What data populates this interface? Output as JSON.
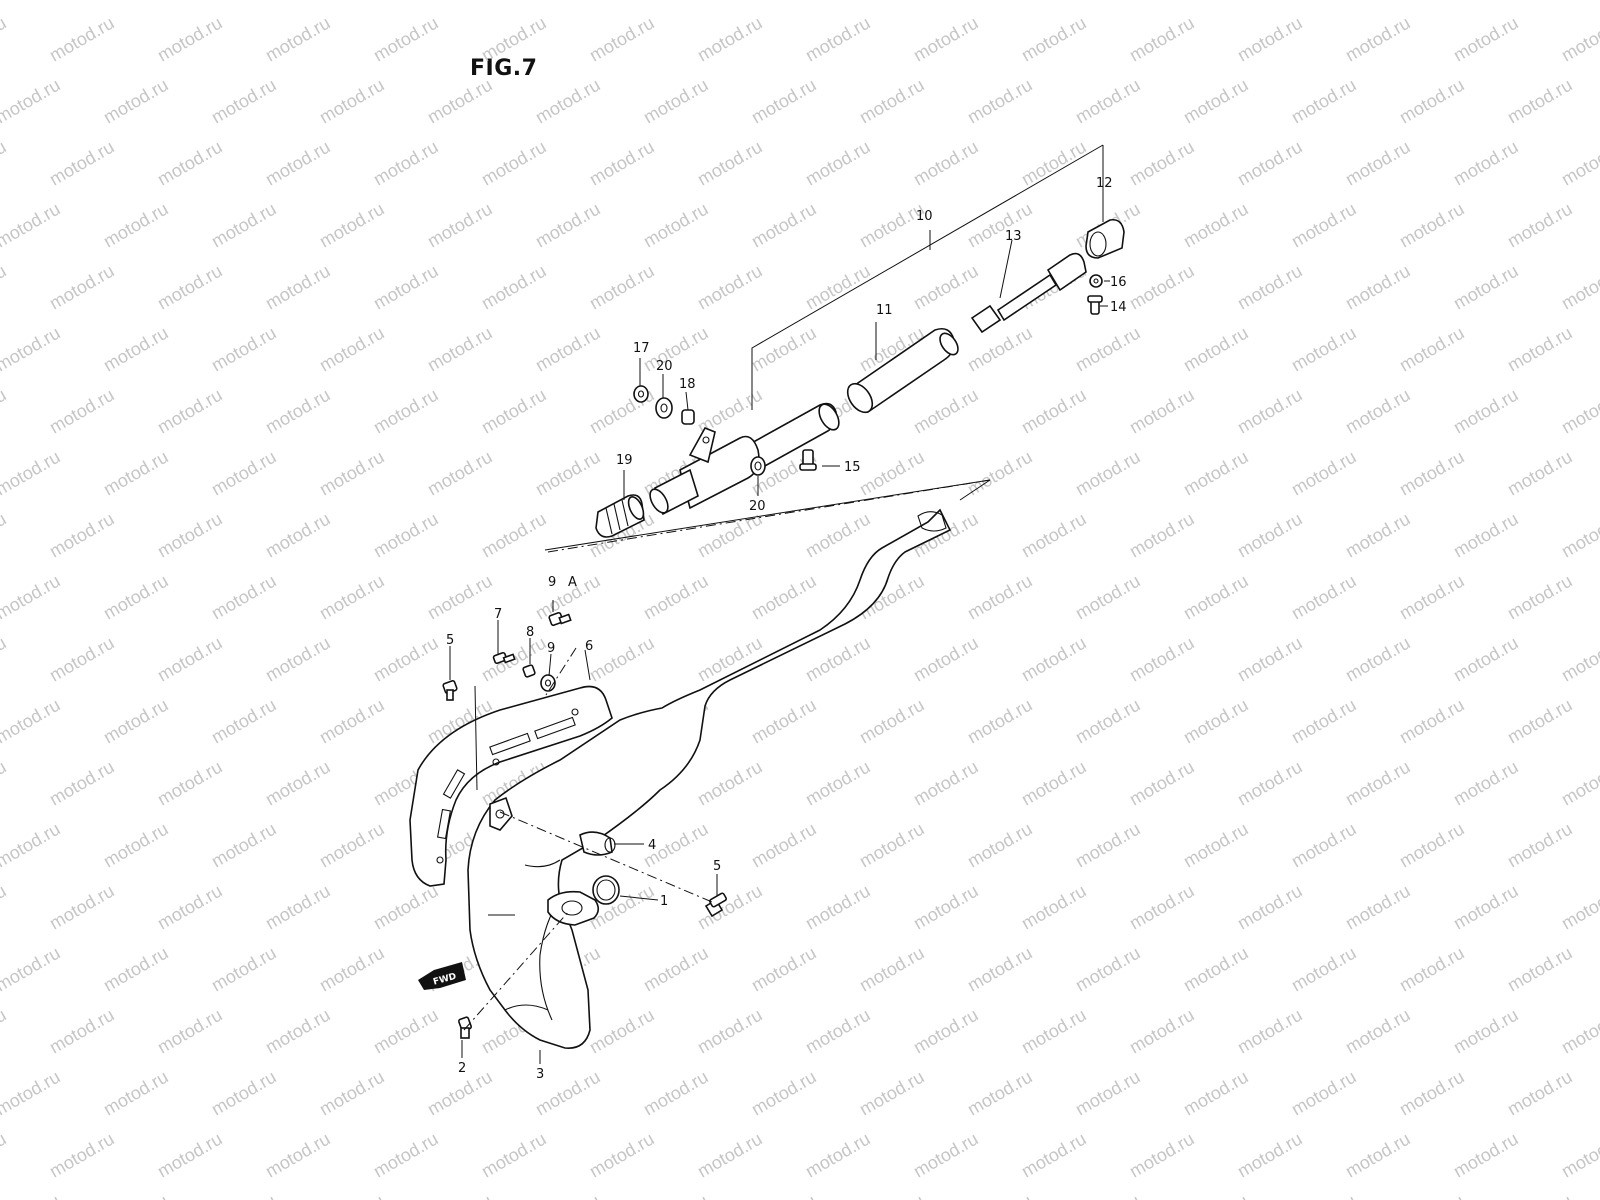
{
  "figure": {
    "title": "FIG.7"
  },
  "watermark": {
    "text": "motod.ru",
    "color": "#c6c6c6"
  },
  "fwd_marker": {
    "text": "FWD"
  },
  "callouts": [
    {
      "id": "c1",
      "text": "1"
    },
    {
      "id": "c2",
      "text": "2"
    },
    {
      "id": "c3",
      "text": "3"
    },
    {
      "id": "c4",
      "text": "4"
    },
    {
      "id": "c5a",
      "text": "5"
    },
    {
      "id": "c5b",
      "text": "5"
    },
    {
      "id": "c6",
      "text": "6"
    },
    {
      "id": "c7",
      "text": "7"
    },
    {
      "id": "c8",
      "text": "8"
    },
    {
      "id": "c9a",
      "text": "9"
    },
    {
      "id": "c9b",
      "text": "9"
    },
    {
      "id": "cA",
      "text": "A"
    },
    {
      "id": "c10",
      "text": "10"
    },
    {
      "id": "c11",
      "text": "11"
    },
    {
      "id": "c12",
      "text": "12"
    },
    {
      "id": "c13",
      "text": "13"
    },
    {
      "id": "c14",
      "text": "14"
    },
    {
      "id": "c15",
      "text": "15"
    },
    {
      "id": "c16",
      "text": "16"
    },
    {
      "id": "c17",
      "text": "17"
    },
    {
      "id": "c18",
      "text": "18"
    },
    {
      "id": "c19",
      "text": "19"
    },
    {
      "id": "c20a",
      "text": "20"
    },
    {
      "id": "c20b",
      "text": "20"
    }
  ]
}
